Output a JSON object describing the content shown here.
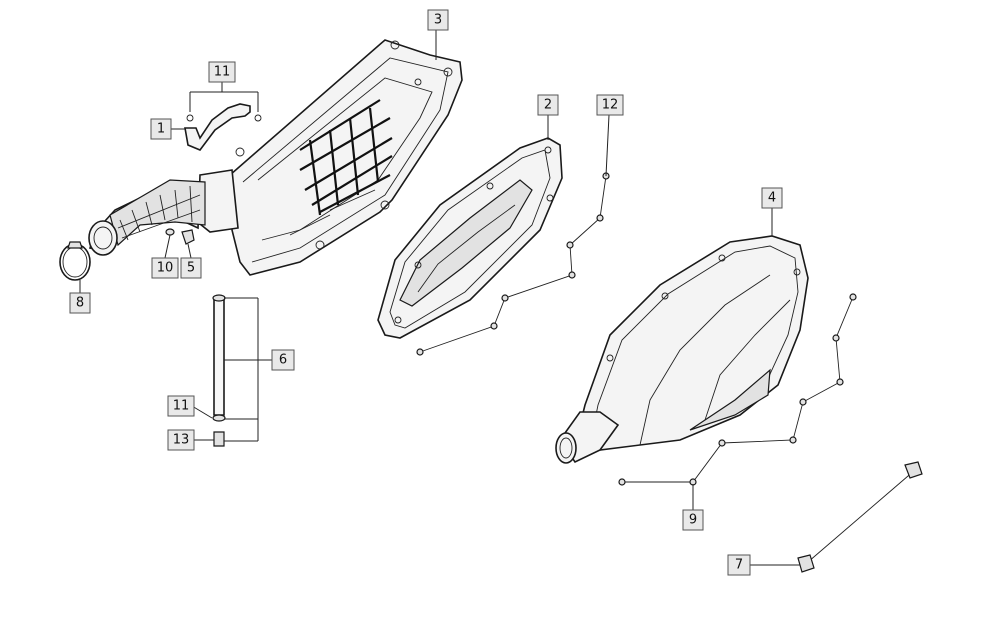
{
  "diagram": {
    "callouts": [
      {
        "id": "c1",
        "label": "1"
      },
      {
        "id": "c2",
        "label": "2"
      },
      {
        "id": "c3",
        "label": "3"
      },
      {
        "id": "c4",
        "label": "4"
      },
      {
        "id": "c5",
        "label": "5"
      },
      {
        "id": "c6",
        "label": "6"
      },
      {
        "id": "c7",
        "label": "7"
      },
      {
        "id": "c8",
        "label": "8"
      },
      {
        "id": "c9",
        "label": "9"
      },
      {
        "id": "c10",
        "label": "10"
      },
      {
        "id": "c11a",
        "label": "11"
      },
      {
        "id": "c11b",
        "label": "11"
      },
      {
        "id": "c12",
        "label": "12"
      },
      {
        "id": "c13",
        "label": "13"
      }
    ]
  }
}
